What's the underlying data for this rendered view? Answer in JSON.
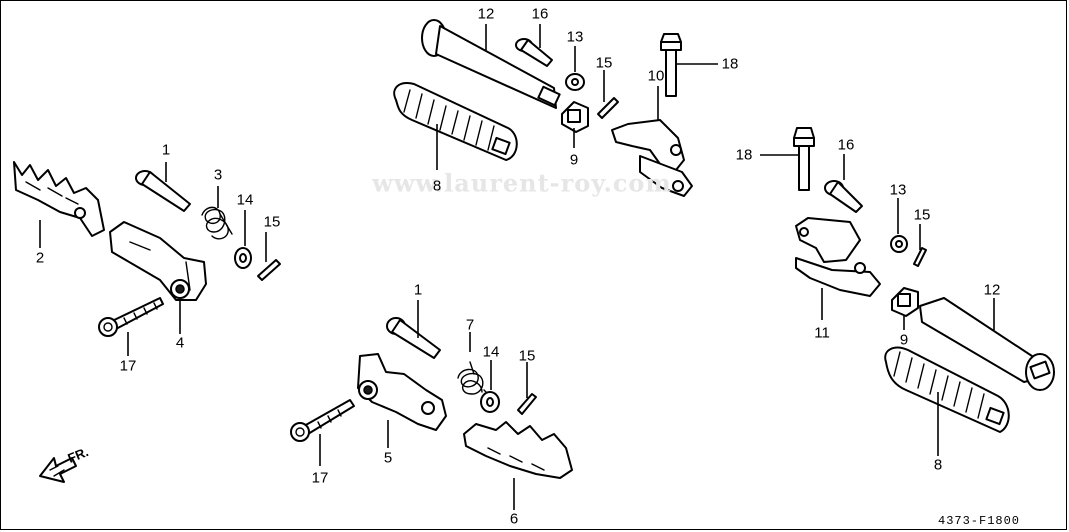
{
  "watermark": "www.laurent-roy.com",
  "direction_label": "FR.",
  "figure_code": "4373-F1800",
  "callouts": [
    "1",
    "2",
    "3",
    "4",
    "14",
    "15",
    "17",
    "12",
    "16",
    "13",
    "10",
    "18",
    "8",
    "9",
    "16",
    "18",
    "13",
    "15",
    "11",
    "12",
    "9",
    "8",
    "1",
    "7",
    "14",
    "15",
    "5",
    "17",
    "6"
  ]
}
